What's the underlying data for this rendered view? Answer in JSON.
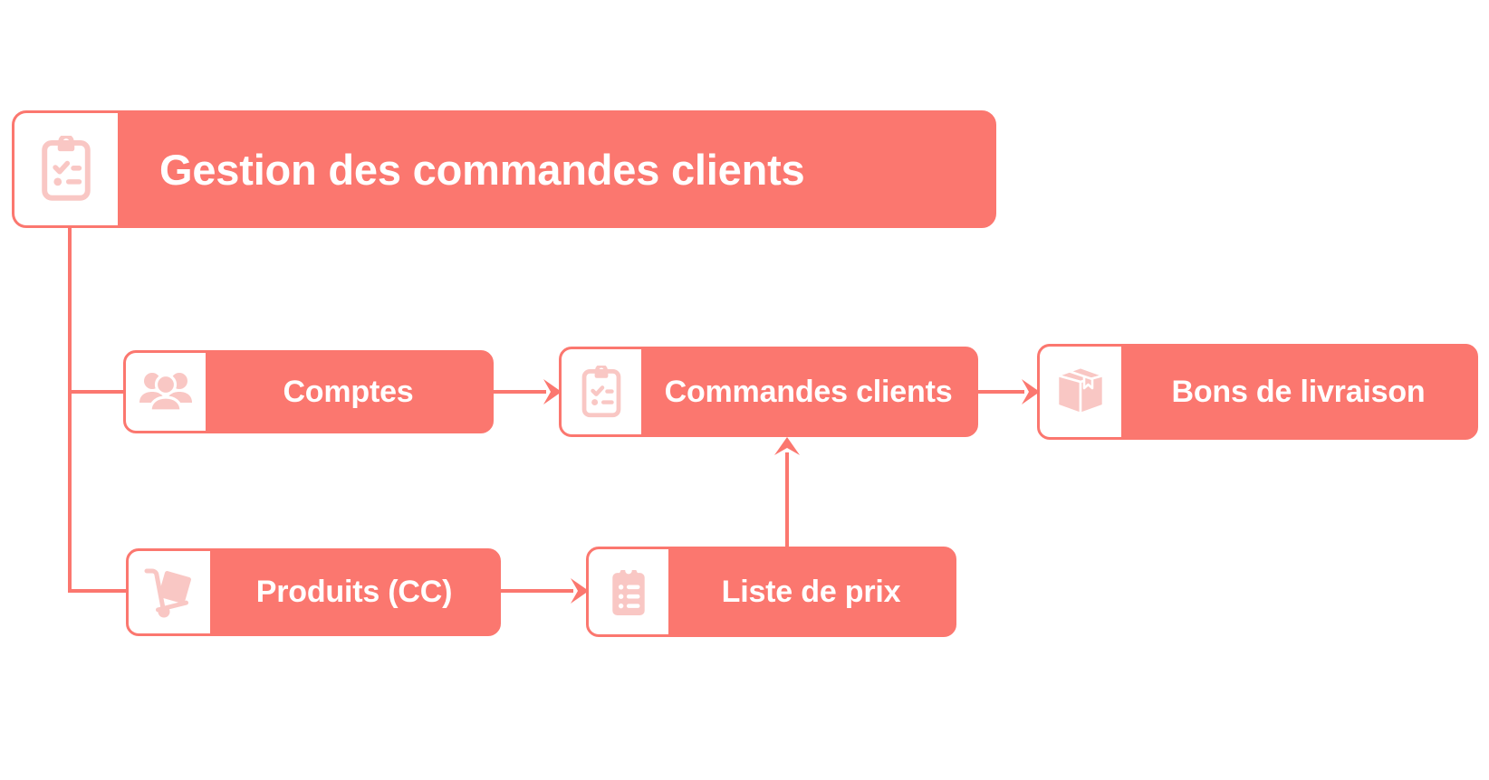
{
  "diagram": {
    "title": "Gestion des commandes clients",
    "type": "flowchart",
    "accent_color": "#FB776F",
    "icon_color": "#F9C7C4",
    "background_color": "#FFFFFF",
    "nodes": [
      {
        "id": "root",
        "label": "Gestion des commandes clients",
        "icon": "clipboard-check-icon",
        "role": "root"
      },
      {
        "id": "comptes",
        "label": "Comptes",
        "icon": "users-group-icon",
        "role": "step"
      },
      {
        "id": "commandes",
        "label": "Commandes clients",
        "icon": "clipboard-check-icon",
        "role": "step"
      },
      {
        "id": "bons",
        "label": "Bons de livraison",
        "icon": "package-box-icon",
        "role": "step"
      },
      {
        "id": "produits",
        "label": "Produits (CC)",
        "icon": "hand-truck-icon",
        "role": "step"
      },
      {
        "id": "liste",
        "label": "Liste de prix",
        "icon": "clipboard-list-icon",
        "role": "step"
      }
    ],
    "edges": [
      {
        "from": "root",
        "to": "comptes",
        "style": "elbow",
        "arrow": false
      },
      {
        "from": "root",
        "to": "produits",
        "style": "elbow",
        "arrow": false
      },
      {
        "from": "comptes",
        "to": "commandes",
        "style": "straight",
        "arrow": true
      },
      {
        "from": "commandes",
        "to": "bons",
        "style": "straight",
        "arrow": true
      },
      {
        "from": "produits",
        "to": "liste",
        "style": "straight",
        "arrow": true
      },
      {
        "from": "liste",
        "to": "commandes",
        "style": "vertical",
        "arrow": true
      }
    ]
  }
}
